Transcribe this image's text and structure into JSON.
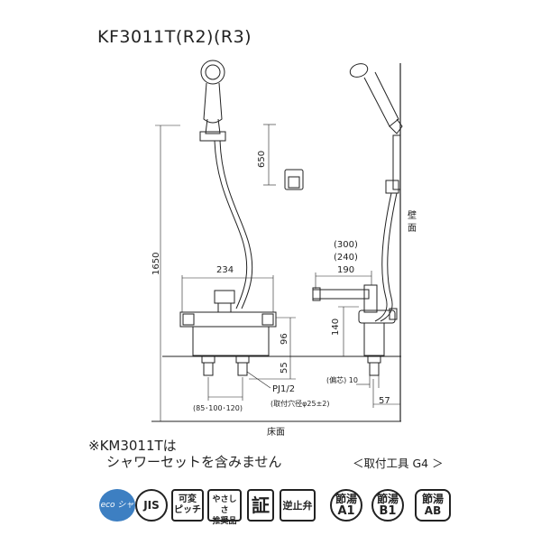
{
  "model": "KF3011T(R2)(R3)",
  "dimensions": {
    "d1650": "1650",
    "d650": "650",
    "d234": "234",
    "d96": "96",
    "d55": "55",
    "pj": "PJ1/2",
    "hole": "(取付穴径φ25±2)",
    "pitch": "(85･100･120)",
    "d300": "(300)",
    "d240": "(240)",
    "d190": "190",
    "d140": "140",
    "offset": "(偏芯) 10",
    "d57": "57"
  },
  "labels": {
    "wall_1": "壁",
    "wall_2": "面",
    "floor": "床面"
  },
  "notes": {
    "line1": "※KM3011Tは",
    "line2": "シャワーセットを含みません",
    "tool": "＜取付工具 G4 ＞"
  },
  "badges": {
    "eco": "eco シャワー",
    "jis": "JIS",
    "pitch_1": "可変",
    "pitch_2": "ピッチ",
    "easy_1": "やさしさ",
    "easy_2": "推奨品",
    "cert": "証",
    "check_valve": "逆止弁",
    "a1_1": "節湯",
    "a1_2": "A1",
    "b1_1": "節湯",
    "b1_2": "B1",
    "ab_1": "節湯",
    "ab_2": "AB"
  }
}
